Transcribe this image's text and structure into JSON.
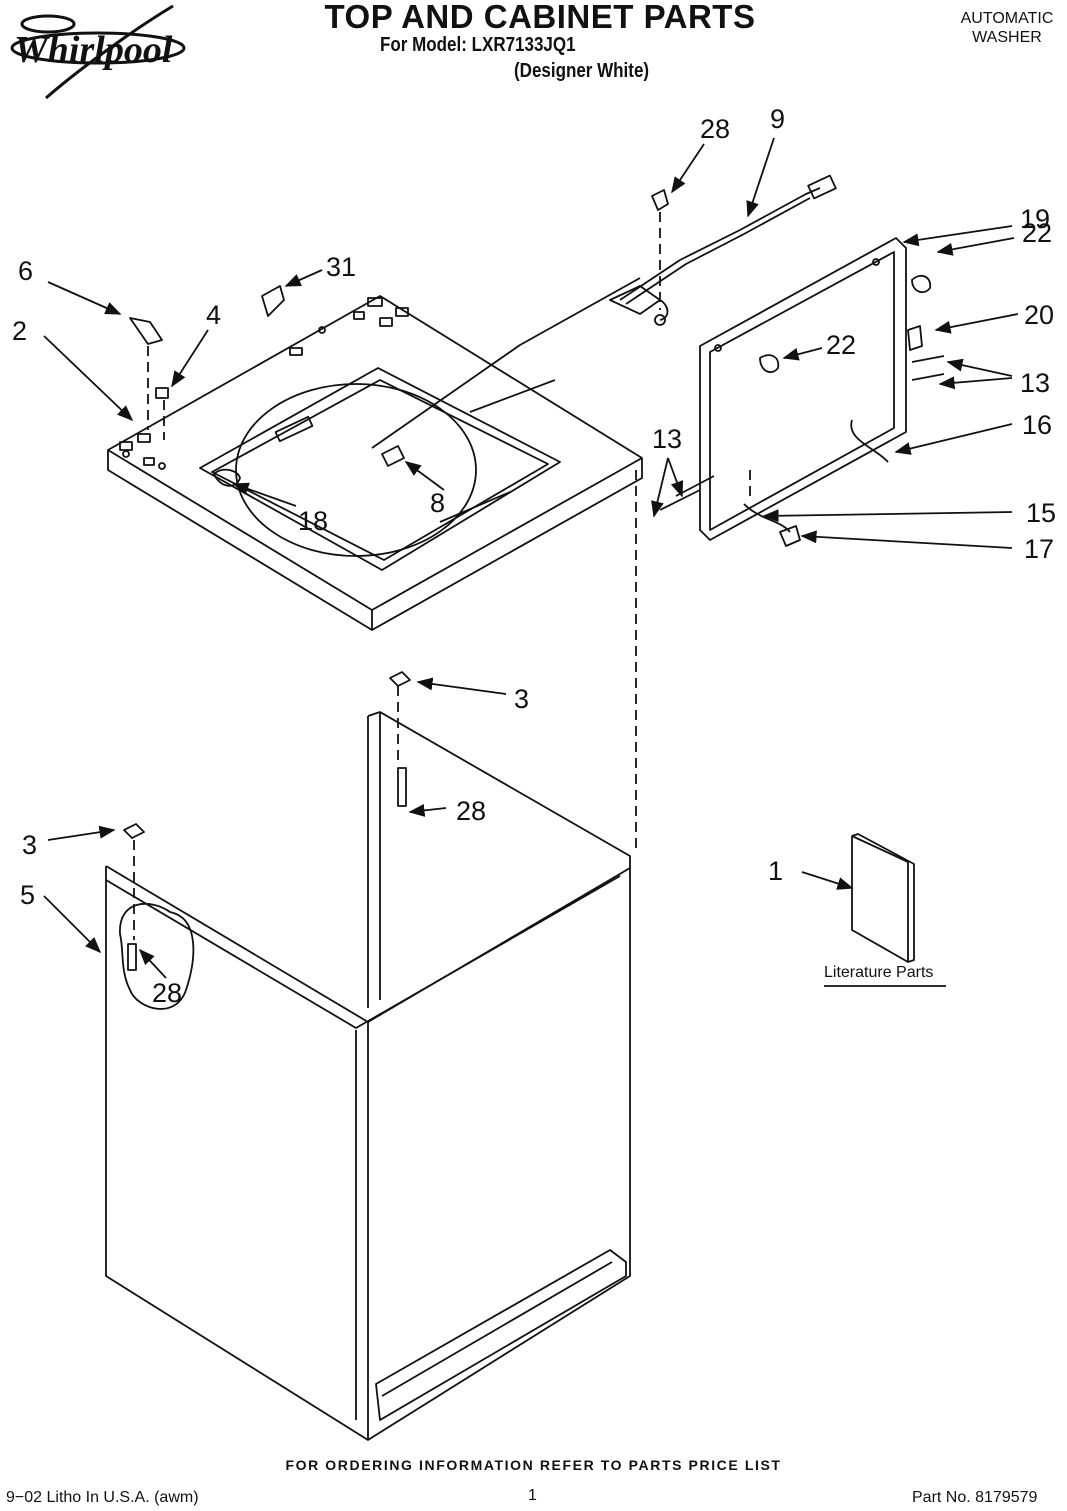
{
  "header": {
    "brand": "Whirlpool",
    "title": "TOP AND CABINET PARTS",
    "model_line": "For Model: LXR7133JQ1",
    "variant": "(Designer White)",
    "category_line1": "AUTOMATIC",
    "category_line2": "WASHER"
  },
  "callouts": {
    "c1": "1",
    "c2": "2",
    "c3a": "3",
    "c3b": "3",
    "c4": "4",
    "c5": "5",
    "c6": "6",
    "c8": "8",
    "c9": "9",
    "c13a": "13",
    "c13b": "13",
    "c15": "15",
    "c16": "16",
    "c17": "17",
    "c18": "18",
    "c19": "19",
    "c20": "20",
    "c22a": "22",
    "c22b": "22",
    "c28a": "28",
    "c28b": "28",
    "c28c": "28",
    "c31": "31"
  },
  "literature_label": "Literature Parts",
  "footer": {
    "ordering_note": "FOR ORDERING INFORMATION REFER TO PARTS PRICE LIST",
    "litho": "9−02 Litho In U.S.A. (awm)",
    "page": "1",
    "part_no": "Part No. 8179579"
  }
}
